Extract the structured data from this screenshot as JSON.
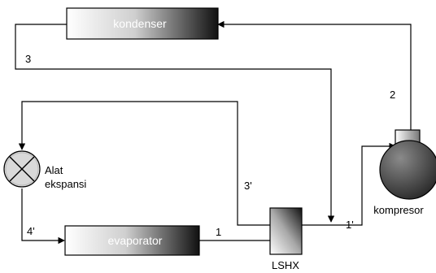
{
  "components": {
    "kondenser": "kondenser",
    "evaporator": "evaporator",
    "lshx": "LSHX",
    "kompresor": "kompresor",
    "valve_line1": "Alat",
    "valve_line2": "ekspansi"
  },
  "state_points": {
    "p1": "1",
    "p1_prime": "1'",
    "p2": "2",
    "p3": "3",
    "p3_prime": "3'",
    "p4_prime": "4'"
  },
  "colors": {
    "gradient_light": "#ffffff",
    "gradient_dark": "#111111",
    "compressor": "#555555",
    "line": "#000000"
  }
}
